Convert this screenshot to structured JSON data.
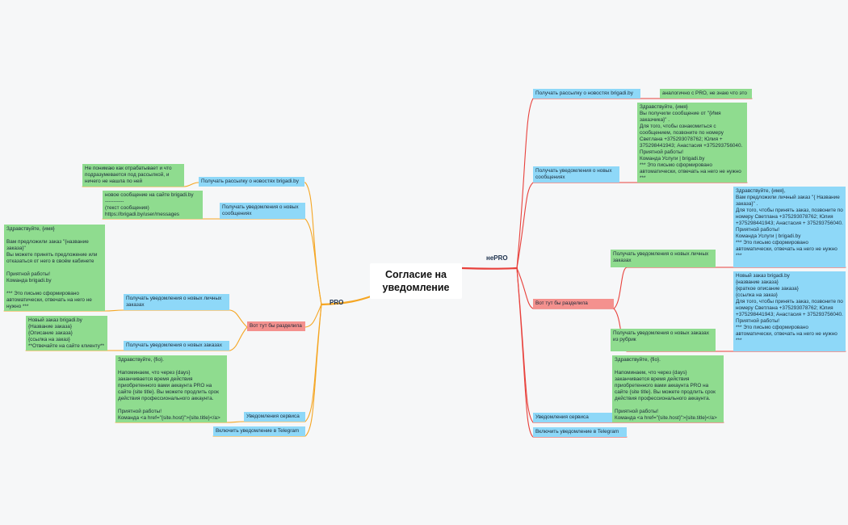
{
  "root": {
    "title": "Согласие на\nуведомление"
  },
  "branches": {
    "left": "PRO",
    "right": "неPRO"
  },
  "left": {
    "news": {
      "label": "Получать рассылку о новостях brigadi.by",
      "note": "Не понимаю как отрабатывает и что подразумевается под рассылкой, и ничего не нашла по ней"
    },
    "messages": {
      "label": "Получать уведомления о новых сообщениях",
      "note": "новое сообщение на сайте brigadi.by\n-----------\n(текст сообщения)\nhttps://brigadi.by/user/messages"
    },
    "split": "Вот тут бы разделила",
    "personal": {
      "label": "Получать уведомления о новых личных заказах",
      "note": "Здравствуйте, {имя}\n\nВам предложили заказ \"{название заказа}\"\nВы можете принять предложение или отказаться от него в своём кабинете\n\nПриятной работы!\nКоманда brigadi.by\n\n*** Это письмо сформировано автоматически, отвечать на него не нужно ***"
    },
    "orders": {
      "label": "Получать уведомления о новых заказах",
      "note": "Новый заказ brigadi.by\n{Название заказа}\n{Описание заказа}\n{ссылка на заказ}\n**Отвечайте на сайте клиенту**"
    },
    "service": {
      "label": "Уведомления сервиса",
      "note": "Здравствуйте, {fio}.\n\nНапоминаем, что через {days} заканчивается время действия приобретенного вами аккаунта PRO на сайте {site title}. Вы можете продлить срок действия профессионального аккаунта.\n\nПриятной работы!\nКоманда <a href=\"{site.host}\">{site.title}</a>"
    },
    "telegram": {
      "label": "Включить уведомление в Telegram"
    }
  },
  "right": {
    "news": {
      "label": "Получать рассылку о новостях brigadi.by",
      "note": "аналогично с PRO, не знаю что это"
    },
    "messages": {
      "label": "Получать уведомления о новых сообщениях",
      "note": "Здравствуйте, {имя}\nВы получили сообщение от \"{Имя заказчика}\" .\nДля того, чтобы ознакомиться с сообщением, позвоните по номеру Светлана +375293078762; Юлия + 375298441943; Анастасия +375293756040.\nПриятной работы!\nКоманда Услуги | brigadi.by\n*** Это письмо сформировано автоматически, отвечать на него не нужно ***"
    },
    "split": "Вот тут бы разделила",
    "personal": {
      "label": "Получать уведомления о новых личных заказах",
      "note": "Здравствуйте, {имя},\nВам предложили личный заказ \"{ Название заказа}\" .\nДля того, чтобы принять заказ, позвоните по номеру Светлана +375293078762; Юлия +375298441943; Анастасия + 375293756040.\nПриятной работы!\nКоманда Услуги | brigadi.by\n*** Это письмо сформировано автоматически, отвечать на него не нужно ***"
    },
    "rubric": {
      "label": "Получать уведомления о новых заказах из рубрик",
      "note": "Новый заказ brigadi.by\n{название заказа}\n{краткое описание заказа}\n{ссылка на заказ}\nДля того, чтобы принять заказ, позвоните по номеру Светлана +375293078762; Юлия +375298441943; Анастасия + 375293756040.\nПриятной работы!\n*** Это письмо сформировано автоматически, отвечать на него не нужно ***"
    },
    "service": {
      "label": "Уведомления сервиса",
      "note": "Здравствуйте, {fio}.\n\nНапоминаем, что через {days} заканчивается время действия приобретенного вами аккаунта PRO на сайте {site title}. Вы можете продлить срок действия профессионального аккаунта.\n\nПриятной работы!\nКоманда <a href=\"{site.host}\">{site.title}</a>"
    },
    "telegram": {
      "label": "Включить уведомление в Telegram"
    }
  },
  "colors": {
    "left_branch": "#f5a623",
    "right_branch": "#e8413c",
    "blue": "#8ed8f8",
    "green": "#8fdc8f",
    "red": "#f4918e"
  }
}
